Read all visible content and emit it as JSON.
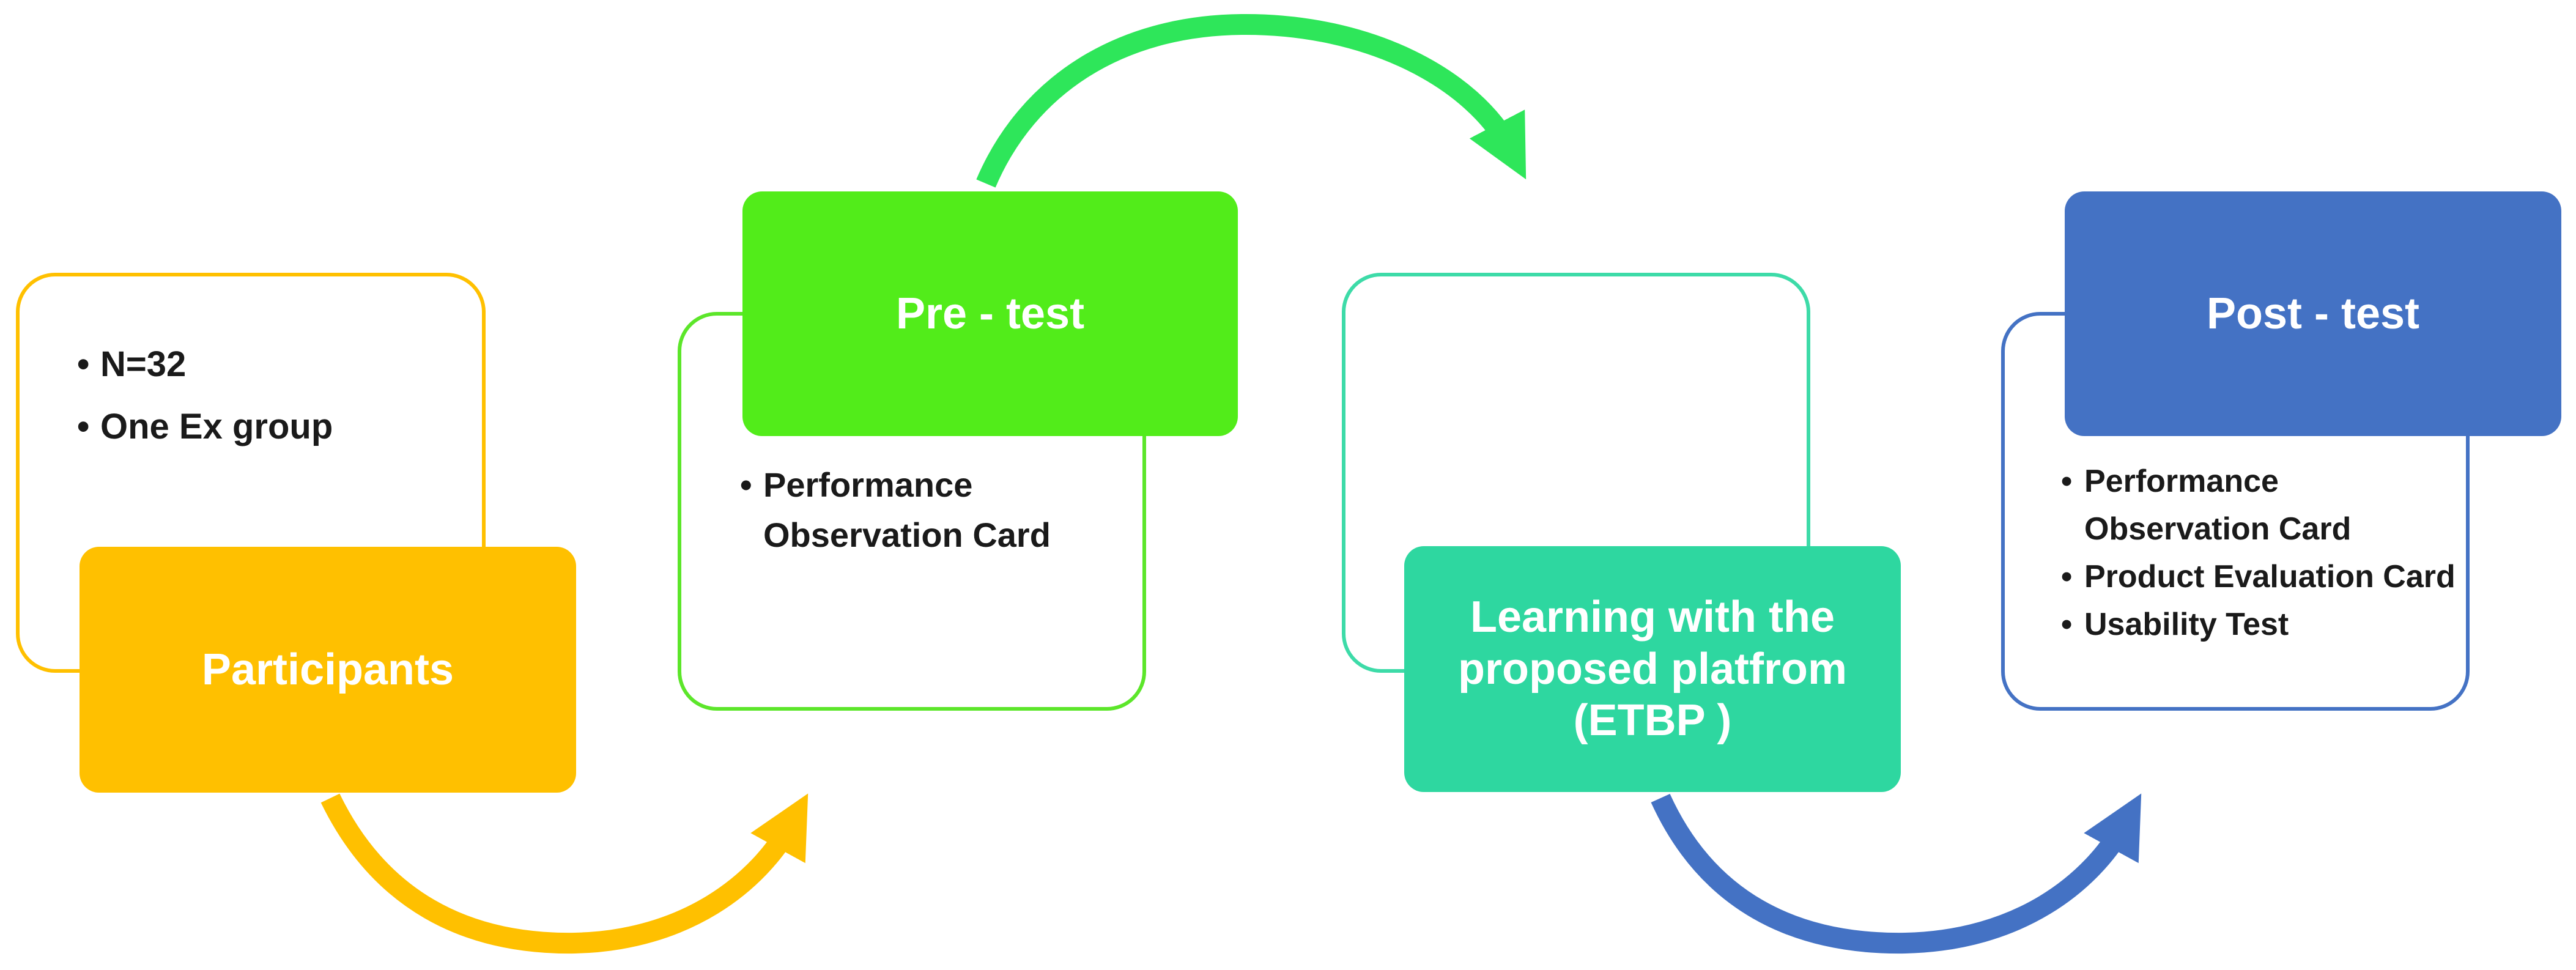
{
  "colors": {
    "participants": "#FFC000",
    "pretest": "#52EC1A",
    "learning": "#2ED7A0",
    "posttest": "#4472C4",
    "bullet_text": "#1a1a1a"
  },
  "stages": {
    "participants": {
      "title": "Participants",
      "items": [
        "N=32",
        "One Ex group"
      ]
    },
    "pretest": {
      "title": "Pre - test",
      "items": [
        "Performance Observation Card"
      ]
    },
    "learning": {
      "title_lines": [
        "Learning with the",
        "proposed platfrom",
        "(ETBP )"
      ]
    },
    "posttest": {
      "title": "Post - test",
      "items": [
        "Performance Observation Card",
        "Product  Evaluation Card",
        "Usability Test"
      ]
    }
  }
}
